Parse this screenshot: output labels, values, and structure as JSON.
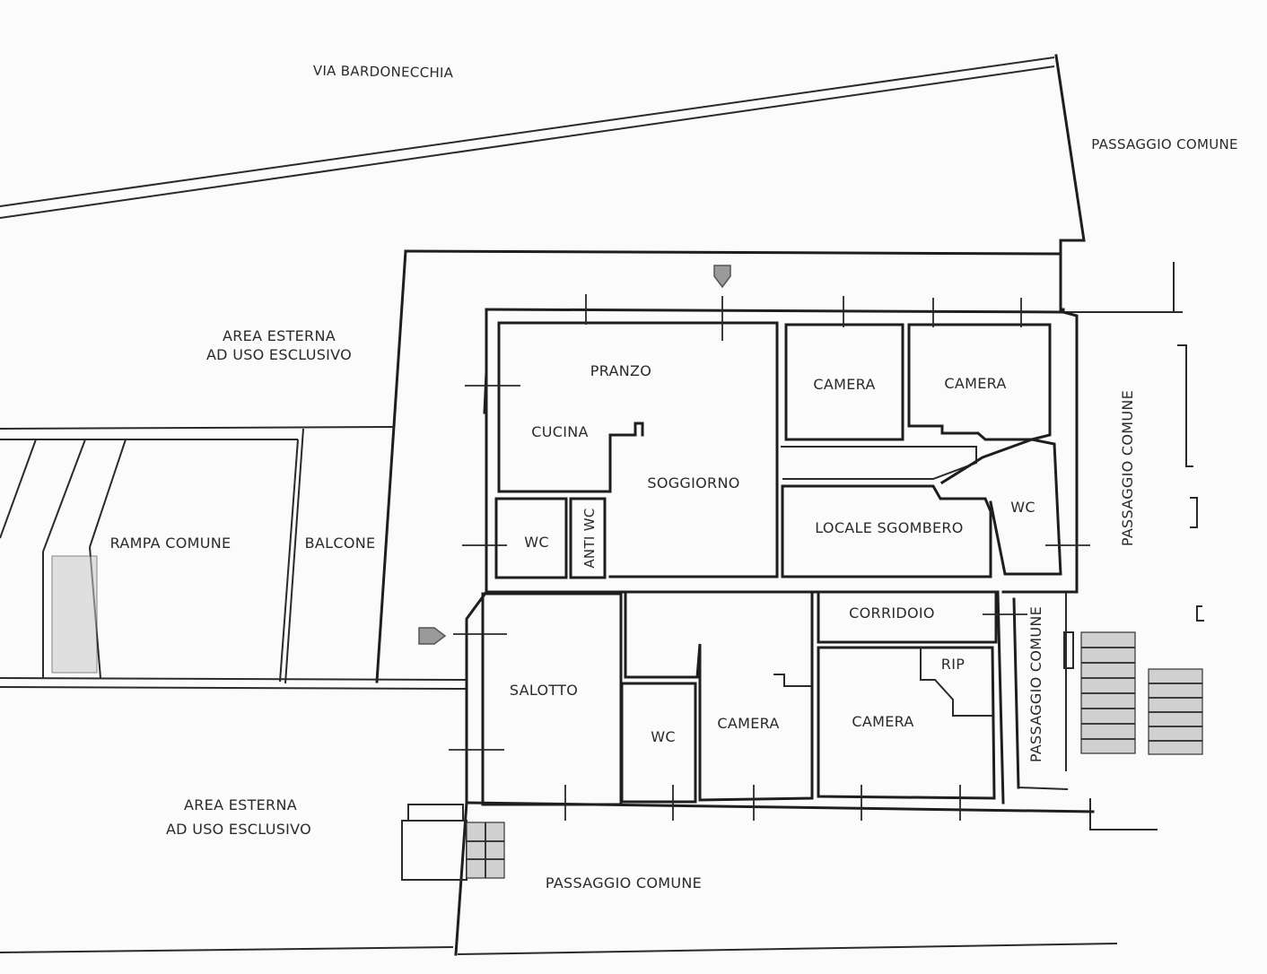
{
  "labels": {
    "street": "VIA BARDONECCHIA",
    "passaggio_top_right": "PASSAGGIO COMUNE",
    "passaggio_right_vertical": "PASSAGGIO COMUNE",
    "passaggio_inner_vertical": "PASSAGGIO COMUNE",
    "passaggio_bottom": "PASSAGGIO COMUNE",
    "area_top_line1": "AREA ESTERNA",
    "area_top_line2": "AD USO ESCLUSIVO",
    "area_bottom_line1": "AREA ESTERNA",
    "area_bottom_line2": "AD USO ESCLUSIVO",
    "rampa": "RAMPA COMUNE",
    "balcone": "BALCONE"
  },
  "rooms": {
    "pranzo": "PRANZO",
    "cucina": "CUCINA",
    "soggiorno": "SOGGIORNO",
    "wc_left": "WC",
    "anti_wc": "ANTI WC",
    "camera_top1": "CAMERA",
    "camera_top2": "CAMERA",
    "wc_right": "WC",
    "locale_sgombero": "LOCALE SGOMBERO",
    "corridoio": "CORRIDOIO",
    "rip": "RIP",
    "salotto": "SALOTTO",
    "wc_bottom": "WC",
    "camera_bottom1": "CAMERA",
    "camera_bottom2": "CAMERA"
  },
  "icons": {
    "entrance_top": "arrow-down-icon",
    "entrance_left": "arrow-right-icon"
  }
}
